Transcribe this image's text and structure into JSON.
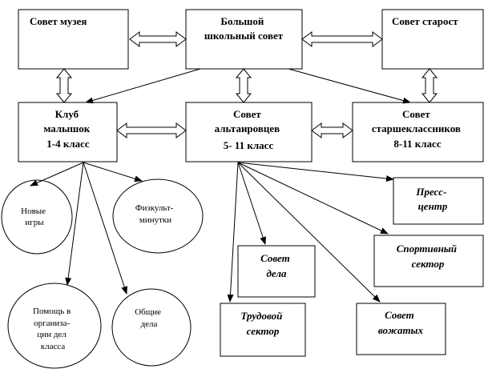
{
  "diagram": {
    "boxes": {
      "museum_council": {
        "lines": [
          "Совет музея"
        ]
      },
      "big_school_council": {
        "lines": [
          "Большой",
          "школьный совет"
        ]
      },
      "elders_council": {
        "lines": [
          "Совет старост"
        ]
      },
      "kids_club": {
        "lines": [
          "Клуб",
          "малышок",
          "1-4 класс"
        ]
      },
      "altair_council": {
        "lines": [
          "Совет",
          "альтаировцев",
          "5- 11 класс"
        ]
      },
      "seniors_council": {
        "lines": [
          "Совет",
          "старшеклассников",
          "8-11 класс"
        ]
      },
      "press_center": {
        "lines": [
          "Пресс-",
          "центр"
        ]
      },
      "sports_sector": {
        "lines": [
          "Спортивный",
          "сектор"
        ]
      },
      "affairs_council": {
        "lines": [
          "Совет",
          "дела"
        ]
      },
      "labor_sector": {
        "lines": [
          "Трудовой",
          "сектор"
        ]
      },
      "counselors_council": {
        "lines": [
          "Совет",
          "вожатых"
        ]
      }
    },
    "circles": {
      "new_games": {
        "lines": [
          "Новые",
          "игры"
        ]
      },
      "fitness_minutes": {
        "lines": [
          "Физкульт-",
          "минутки"
        ]
      },
      "organization_help": {
        "lines": [
          "Помощь в",
          "организа-",
          "ции дел",
          "класса"
        ]
      },
      "common_affairs": {
        "lines": [
          "Общие",
          "дела"
        ]
      }
    }
  },
  "colors": {
    "stroke": "#000000",
    "fill": "#ffffff",
    "text": "#000000"
  }
}
